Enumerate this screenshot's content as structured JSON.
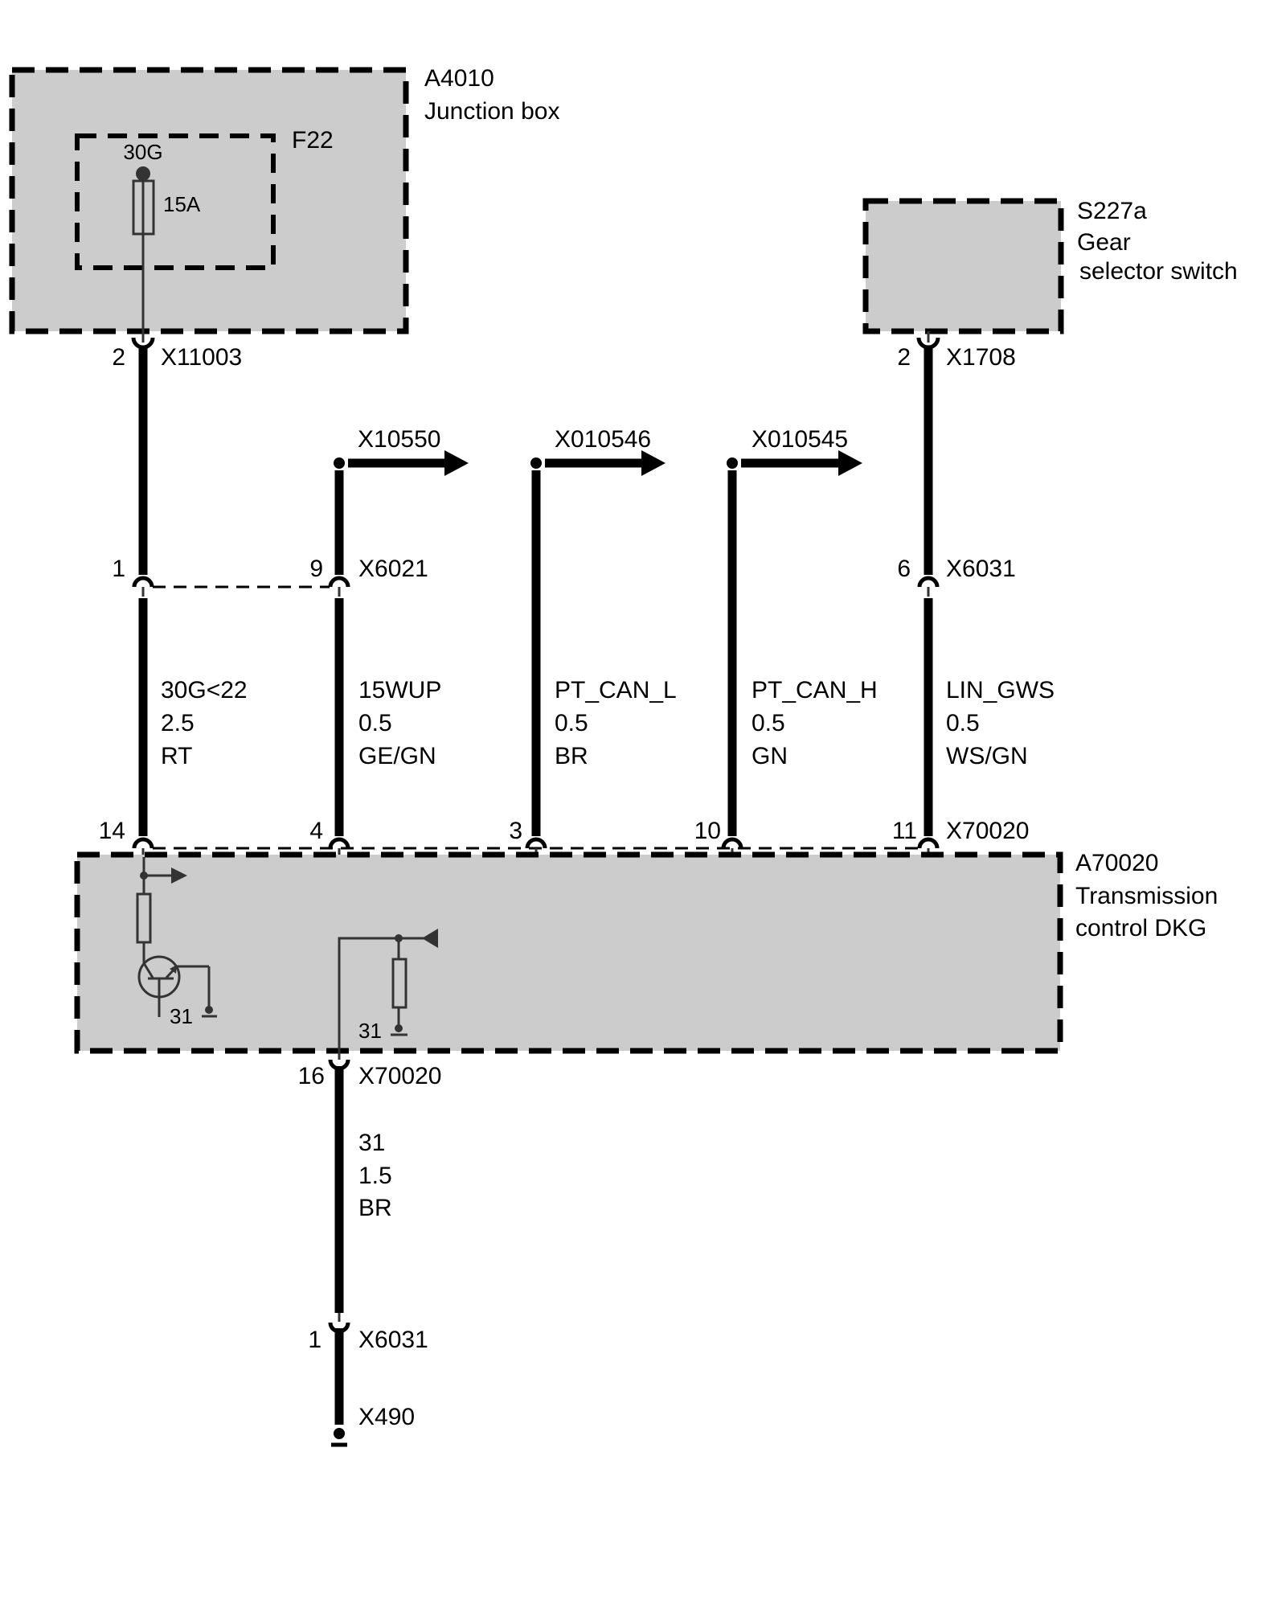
{
  "components": {
    "junction_box": {
      "id": "A4010",
      "name": "Junction box"
    },
    "fuse_block": {
      "id": "F22",
      "terminal": "30G",
      "rating": "15A"
    },
    "gear_selector": {
      "id": "S227a",
      "name_line1": "Gear",
      "name_line2": "selector switch"
    },
    "tcu": {
      "id": "A70020",
      "name_line1": "Transmission",
      "name_line2": "control DKG",
      "ground_label_1": "31",
      "ground_label_2": "31"
    }
  },
  "connectors": {
    "x11003": {
      "id": "X11003",
      "pin": "2"
    },
    "x1708": {
      "id": "X1708",
      "pin": "2"
    },
    "x6021": {
      "id": "X6021",
      "pin_left": "1",
      "pin_right": "9"
    },
    "x6031_top": {
      "id": "X6031",
      "pin": "6"
    },
    "x70020_top": {
      "id": "X70020",
      "pins": [
        "14",
        "4",
        "3",
        "10",
        "11"
      ]
    },
    "x70020_bottom": {
      "id": "X70020",
      "pin": "16"
    },
    "x6031_bottom": {
      "id": "X6031",
      "pin": "1"
    },
    "x490": {
      "id": "X490"
    },
    "splice_targets": [
      "X10550",
      "X010546",
      "X010545"
    ]
  },
  "wires": [
    {
      "signal": "30G<22",
      "cross_section": "2.5",
      "color": "RT"
    },
    {
      "signal": "15WUP",
      "cross_section": "0.5",
      "color": "GE/GN"
    },
    {
      "signal": "PT_CAN_L",
      "cross_section": "0.5",
      "color": "BR"
    },
    {
      "signal": "PT_CAN_H",
      "cross_section": "0.5",
      "color": "GN"
    },
    {
      "signal": "LIN_GWS",
      "cross_section": "0.5",
      "color": "WS/GN"
    }
  ],
  "ground_wire": {
    "signal": "31",
    "cross_section": "1.5",
    "color": "BR"
  },
  "colors": {
    "module_fill": "#cccccc",
    "wire": "#000000",
    "internal": "#333333"
  }
}
